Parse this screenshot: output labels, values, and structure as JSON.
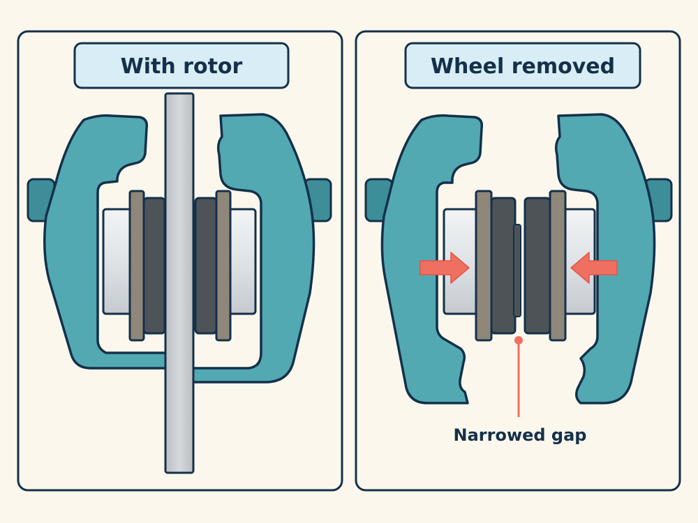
{
  "panels": [
    {
      "title": "With rotor"
    },
    {
      "title": "Wheel removed"
    }
  ],
  "callout": {
    "label": "Narrowed gap"
  },
  "colors": {
    "background": "#fbf7ec",
    "outline": "#14304a",
    "caliper": "#52a9b2",
    "caliper_dark": "#3d8e98",
    "piston": "#e3e6e8",
    "pad_friction": "#4e5358",
    "pad_backing": "#8f8779",
    "rotor": "#c9ccd0",
    "title_box": "#d8edf5",
    "arrow": "#ef6f61"
  }
}
